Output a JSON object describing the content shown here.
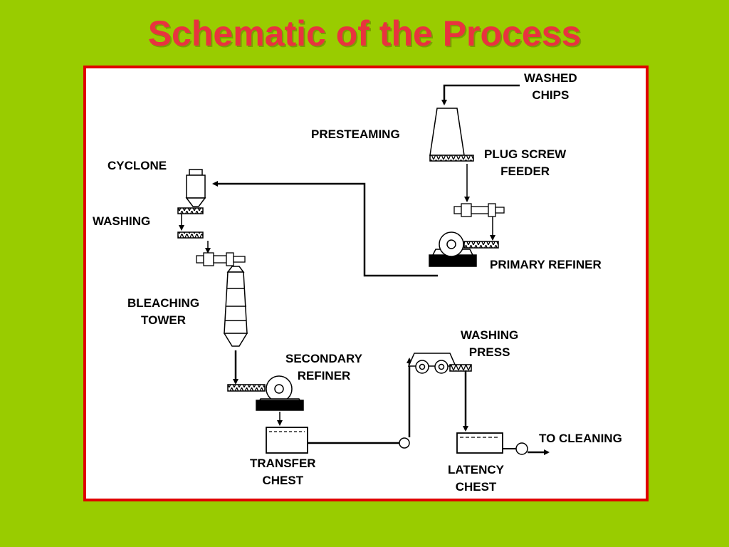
{
  "title": "Schematic of the Process",
  "colors": {
    "background": "#99cc00",
    "title": "#e8333f",
    "frame": "#e00000",
    "canvas": "#ffffff",
    "ink": "#000000"
  },
  "labels": {
    "washed_chips": [
      "WASHED",
      "CHIPS"
    ],
    "presteaming": "PRESTEAMING",
    "plug_screw_feeder": [
      "PLUG SCREW",
      "FEEDER"
    ],
    "cyclone": "CYCLONE",
    "washing": "WASHING",
    "primary_refiner": "PRIMARY REFINER",
    "bleaching_tower": [
      "BLEACHING",
      "TOWER"
    ],
    "washing_press": [
      "WASHING",
      "PRESS"
    ],
    "secondary_refiner": [
      "SECONDARY",
      "REFINER"
    ],
    "to_cleaning": "TO CLEANING",
    "transfer_chest": [
      "TRANSFER",
      "CHEST"
    ],
    "latency_chest": [
      "LATENCY",
      "CHEST"
    ]
  }
}
